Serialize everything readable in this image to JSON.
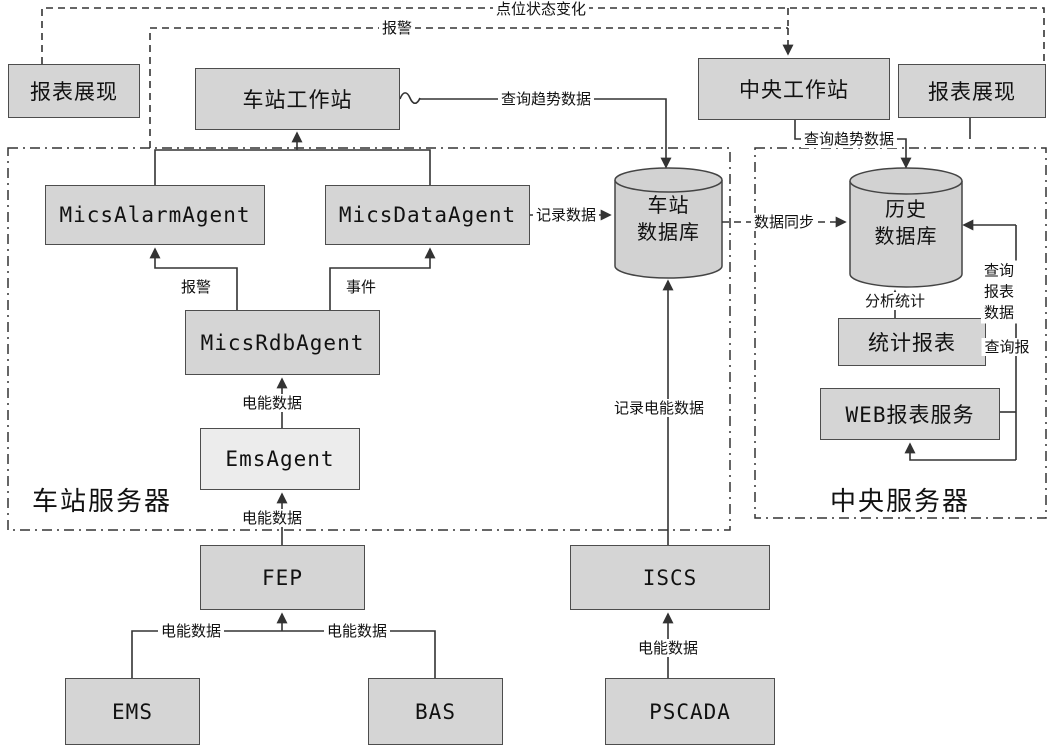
{
  "diagram": {
    "containers": {
      "station_server": {
        "label": "车站服务器"
      },
      "central_server": {
        "label": "中央服务器"
      }
    },
    "nodes": {
      "report_left": {
        "label": "报表展现"
      },
      "station_ws": {
        "label": "车站工作站"
      },
      "central_ws": {
        "label": "中央工作站"
      },
      "report_right": {
        "label": "报表展现"
      },
      "mics_alarm_agent": {
        "label": "MicsAlarmAgent"
      },
      "mics_data_agent": {
        "label": "MicsDataAgent"
      },
      "mics_rdb_agent": {
        "label": "MicsRdbAgent"
      },
      "ems_agent": {
        "label": "EmsAgent"
      },
      "fep": {
        "label": "FEP"
      },
      "iscs": {
        "label": "ISCS"
      },
      "ems": {
        "label": "EMS"
      },
      "bas": {
        "label": "BAS"
      },
      "pscada": {
        "label": "PSCADA"
      },
      "stats_report": {
        "label": "统计报表"
      },
      "web_report_service": {
        "label": "WEB报表服务"
      },
      "station_db": {
        "label_line1": "车站",
        "label_line2": "数据库"
      },
      "history_db": {
        "label_line1": "历史",
        "label_line2": "数据库"
      }
    },
    "edge_labels": {
      "alarm_top": "报警",
      "point_status_change": "点位状态变化",
      "query_trend_station": "查询趋势数据",
      "query_trend_central": "查询趋势数据",
      "record_data": "记录数据",
      "data_sync": "数据同步",
      "alarm_mid": "报警",
      "event": "事件",
      "energy_to_rdb": "电能数据",
      "energy_to_emsagent": "电能数据",
      "record_energy": "记录电能数据",
      "analysis_stats": "分析统计",
      "query_report_data": [
        "查询",
        "报表",
        "数据"
      ],
      "query_report_short": "查询报",
      "energy_ems": "电能数据",
      "energy_bas": "电能数据",
      "energy_pscada": "电能数据"
    },
    "colors": {
      "background": "#ffffff",
      "node_fill": "#d5d5d5",
      "ems_agent_fill": "#ececec",
      "cylinder_fill": "#d2d2d2",
      "node_border": "#4d4d4d",
      "line": "#333333"
    }
  }
}
